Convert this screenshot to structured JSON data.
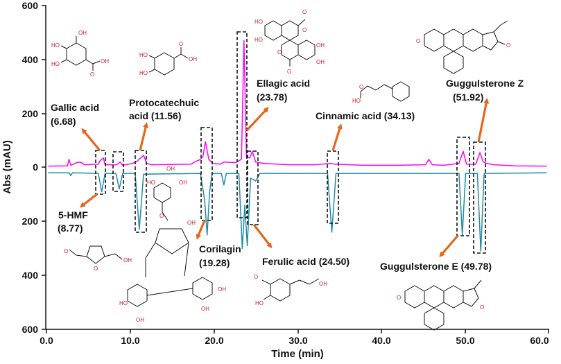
{
  "chart_data": {
    "type": "line",
    "xlabel": "Time (min)",
    "ylabel": "Abs (mAU)",
    "xlim": [
      0,
      60
    ],
    "ylim": [
      -600,
      600
    ],
    "x_ticks": [
      "0.0",
      "10.0",
      "20.0",
      "30.0",
      "40.0",
      "50.0",
      "60.0"
    ],
    "y_ticks": [
      "600",
      "400",
      "200",
      "0",
      "200",
      "400",
      "600"
    ],
    "series": [
      {
        "color": "#ff00ff",
        "points": [
          [
            0.2,
            5
          ],
          [
            2.5,
            6
          ],
          [
            2.7,
            30
          ],
          [
            2.9,
            8
          ],
          [
            3.8,
            20
          ],
          [
            4.2,
            18
          ],
          [
            4.5,
            10
          ],
          [
            6.2,
            12
          ],
          [
            6.4,
            25
          ],
          [
            6.8,
            35
          ],
          [
            7.0,
            10
          ],
          [
            8.4,
            10
          ],
          [
            8.8,
            20
          ],
          [
            9.1,
            8
          ],
          [
            10.3,
            15
          ],
          [
            10.8,
            22
          ],
          [
            11.6,
            45
          ],
          [
            12.0,
            15
          ],
          [
            12.6,
            10
          ],
          [
            17.3,
            12
          ],
          [
            17.8,
            22
          ],
          [
            18.3,
            28
          ],
          [
            18.7,
            40
          ],
          [
            19.0,
            95
          ],
          [
            19.4,
            30
          ],
          [
            19.9,
            15
          ],
          [
            20.8,
            12
          ],
          [
            21.2,
            20
          ],
          [
            22.6,
            18
          ],
          [
            23.3,
            30
          ],
          [
            23.6,
            470
          ],
          [
            23.9,
            40
          ],
          [
            24.3,
            35
          ],
          [
            24.6,
            60
          ],
          [
            25.0,
            20
          ],
          [
            26.0,
            15
          ],
          [
            29.0,
            10
          ],
          [
            32.0,
            10
          ],
          [
            34.0,
            15
          ],
          [
            34.4,
            12
          ],
          [
            38.0,
            8
          ],
          [
            42.0,
            8
          ],
          [
            45.3,
            10
          ],
          [
            45.7,
            30
          ],
          [
            46.1,
            10
          ],
          [
            47.5,
            8
          ],
          [
            49.3,
            15
          ],
          [
            49.8,
            60
          ],
          [
            50.2,
            12
          ],
          [
            51.3,
            12
          ],
          [
            51.8,
            55
          ],
          [
            52.2,
            20
          ],
          [
            52.6,
            15
          ],
          [
            53.5,
            10
          ],
          [
            56.0,
            6
          ],
          [
            59.8,
            5
          ]
        ]
      },
      {
        "color": "#1e8aa8",
        "points": [
          [
            0.2,
            -20
          ],
          [
            2.7,
            -20
          ],
          [
            2.9,
            -30
          ],
          [
            3.1,
            -20
          ],
          [
            6.2,
            -22
          ],
          [
            6.6,
            -90
          ],
          [
            7.0,
            -22
          ],
          [
            8.3,
            -22
          ],
          [
            8.7,
            -80
          ],
          [
            9.1,
            -22
          ],
          [
            10.6,
            -22
          ],
          [
            11.1,
            -230
          ],
          [
            11.6,
            -25
          ],
          [
            18.4,
            -22
          ],
          [
            18.9,
            -120
          ],
          [
            19.2,
            -250
          ],
          [
            19.5,
            -90
          ],
          [
            19.8,
            -22
          ],
          [
            20.9,
            -22
          ],
          [
            21.2,
            -65
          ],
          [
            21.5,
            -22
          ],
          [
            23.0,
            -22
          ],
          [
            23.4,
            -300
          ],
          [
            23.7,
            -140
          ],
          [
            24.0,
            -290
          ],
          [
            24.4,
            -40
          ],
          [
            25.0,
            -50
          ],
          [
            25.5,
            -22
          ],
          [
            33.6,
            -22
          ],
          [
            34.1,
            -240
          ],
          [
            34.6,
            -22
          ],
          [
            49.3,
            -22
          ],
          [
            49.7,
            -250
          ],
          [
            50.1,
            -22
          ],
          [
            51.5,
            -22
          ],
          [
            51.9,
            -310
          ],
          [
            52.3,
            -22
          ],
          [
            59.8,
            -20
          ]
        ]
      }
    ],
    "annotations": [
      {
        "label": "Gallic acid",
        "time": "(6.68)"
      },
      {
        "label": "Protocatechuic",
        "line2": "acid (11.56)"
      },
      {
        "label": "Ellagic acid",
        "time": "(23.78)"
      },
      {
        "label": "Cinnamic acid (34.13)"
      },
      {
        "label": "Guggulsterone Z",
        "time": "(51.92)"
      },
      {
        "label": "5-HMF",
        "time": "(8.77)"
      },
      {
        "label": "Corilagin",
        "time": "(19.28)"
      },
      {
        "label": "Ferulic acid (24.50)"
      },
      {
        "label": "Guggulsterone E (49.78)"
      }
    ],
    "structure_atoms": {
      "ho": "HO",
      "oh": "OH",
      "o": "O"
    }
  }
}
